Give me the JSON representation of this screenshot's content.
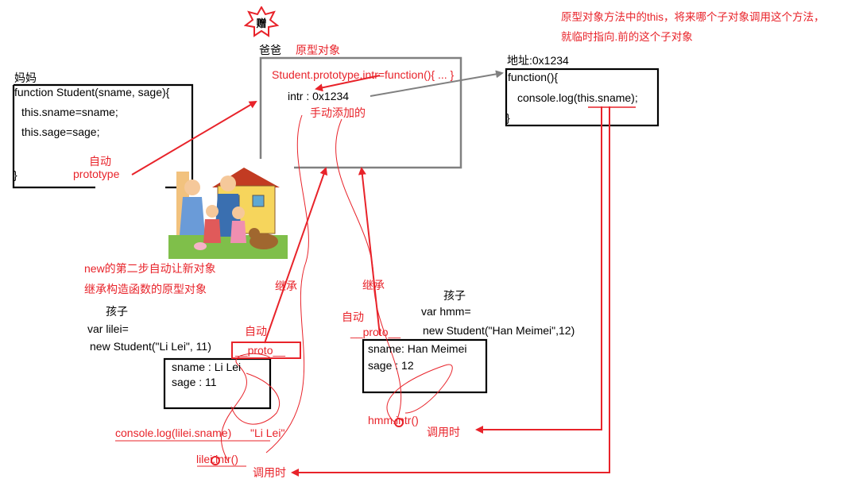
{
  "badge": "赠",
  "note": {
    "line1": "原型对象方法中的this，将来哪个子对象调用这个方法，",
    "line2": "就临时指向.前的这个子对象"
  },
  "dad": {
    "label": "爸爸",
    "caption": "原型对象",
    "prototype_code": "Student.prototype.intr=function(){ ... }",
    "intr_member": "intr : 0x1234",
    "manual_added": "手动添加的"
  },
  "mom": {
    "label": "妈妈",
    "lines": [
      "function Student(sname, sage){",
      "  this.sname=sname;",
      "  this.sage=sage;",
      "}"
    ],
    "auto_label": "自动",
    "prototype_label": "prototype"
  },
  "func_obj": {
    "address": "地址:0x1234",
    "lines": [
      "function(){",
      "  console.log(this.sname);",
      "}"
    ]
  },
  "new_note": {
    "line1": "new的第二步自动让新对象",
    "line2": "继承构造函数的原型对象"
  },
  "inherit_label": "继承",
  "auto_label": "自动",
  "proto_label": "__proto__",
  "child1": {
    "title": "孩子",
    "decl1": "var lilei=",
    "decl2": "new Student(\"Li Lei\", 11)",
    "prop1": "sname : Li Lei",
    "prop2": "sage : 11",
    "log_call": "console.log(lilei.sname)",
    "log_result": "\"Li Lei\"",
    "intr_call": "lilei.intr()"
  },
  "child2": {
    "title": "孩子",
    "decl1": "var hmm=",
    "decl2": "new Student(\"Han Meimei\",12)",
    "prop1": "sname: Han Meimei",
    "prop2": "sage : 12",
    "intr_call": "hmm.intr()"
  },
  "call_time": "调用时",
  "colors": {
    "accent": "#e8232a",
    "box": "#000000",
    "proto_box": "#808080"
  },
  "illustration": "family-house-illustration"
}
